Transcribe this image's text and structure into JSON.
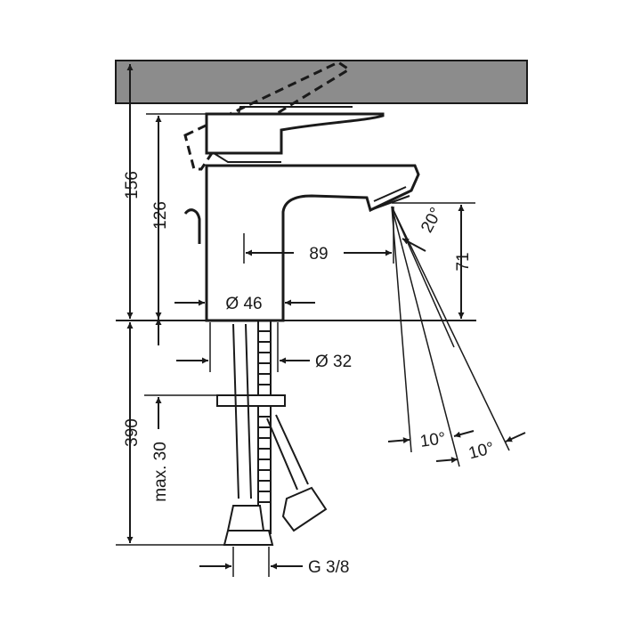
{
  "dimensions": {
    "height_total": "156",
    "height_spout": "126",
    "projection": "89",
    "base_diameter": "Ø 46",
    "hole_diameter": "Ø 32",
    "spout_clearance": "71",
    "below_deck": "390",
    "max_thickness": "max. 30",
    "connection": "G 3/8"
  },
  "angles": {
    "spout_angle": "20°",
    "spray_angle_left": "10°",
    "spray_angle_right": "10°"
  },
  "colors": {
    "line": "#1a1a1a",
    "countertop": "#8c8c8c"
  }
}
